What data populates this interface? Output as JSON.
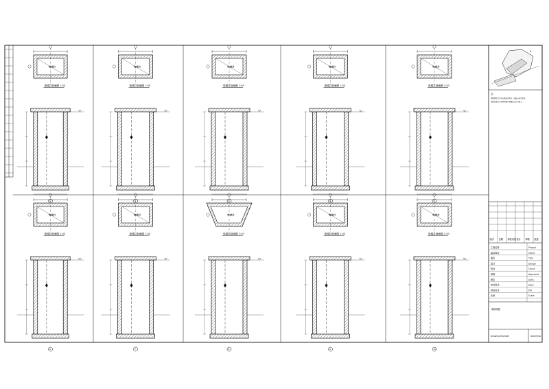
{
  "sheet": {
    "title_text": "",
    "panels_top": [
      {
        "id": "p1",
        "plan_label": "电梯井剖面图",
        "scale": "1:50",
        "section_id": "1"
      },
      {
        "id": "p2",
        "plan_label": "电梯井剖面图",
        "scale": "1:50",
        "section_id": "2"
      },
      {
        "id": "p3",
        "plan_label": "电梯井剖面图",
        "scale": "1:50",
        "section_id": "3"
      },
      {
        "id": "p4",
        "plan_label": "电梯井剖面图",
        "scale": "1:50",
        "section_id": "4"
      },
      {
        "id": "p5",
        "plan_label": "电梯井剖面图",
        "scale": "1:50",
        "section_id": "5"
      }
    ],
    "panels_bottom": [
      {
        "id": "p6",
        "plan_label": "电梯井剖面图",
        "scale": "1:50",
        "section_id": "6"
      },
      {
        "id": "p7",
        "plan_label": "电梯井剖面图",
        "scale": "1:50",
        "section_id": "7"
      },
      {
        "id": "p8",
        "plan_label": "电梯井剖面图",
        "scale": "1:50",
        "section_id": "8"
      },
      {
        "id": "p9",
        "plan_label": "电梯井剖面图",
        "scale": "1:50",
        "section_id": "9"
      },
      {
        "id": "p10",
        "plan_label": "电梯井剖面图",
        "scale": "1:50",
        "section_id": "10"
      }
    ],
    "shaft_label": "电梯井",
    "title_block": {
      "notes": [
        "注：",
        "本图所有尺寸均以毫米为单位，标高以米为单位。",
        "电梯井道尺寸需经电梯厂家确认后方可施工。"
      ],
      "table_header": [
        "版次",
        "日期",
        "修改内容",
        "设计",
        "审核",
        "批准"
      ],
      "fields": [
        {
          "label": "工程名称",
          "value": "Project"
        },
        {
          "label": "建设单位",
          "value": "Client"
        },
        {
          "label": "图名",
          "value": "Title"
        },
        {
          "label": "设计",
          "value": "Design"
        },
        {
          "label": "校对",
          "value": "Check"
        },
        {
          "label": "审核",
          "value": "Approved"
        },
        {
          "label": "审定",
          "value": "Auth."
        },
        {
          "label": "专业负责",
          "value": "Spec."
        },
        {
          "label": "项目负责",
          "value": "PM"
        },
        {
          "label": "比例",
          "value": "Scale"
        }
      ],
      "drawing_name": "电梯详图",
      "drawing_no_label": "Drawing Number",
      "sheet_no_label": "Sheet No."
    }
  }
}
